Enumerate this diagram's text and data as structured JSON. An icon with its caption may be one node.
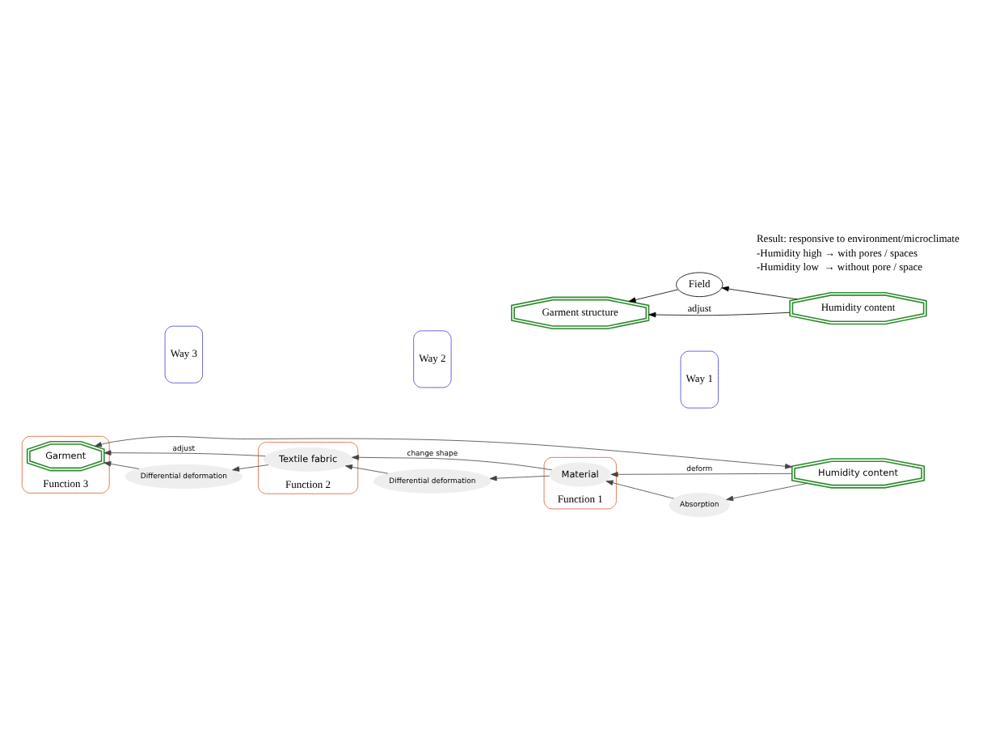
{
  "diagram": {
    "nodes": [
      {
        "text": [
          "Function 3"
        ]
      },
      {
        "text": [
          "Garment"
        ],
        "in": 0
      },
      {
        "text": [
          "Function 2"
        ]
      },
      {
        "text": [
          "Textile fabric"
        ],
        "in": 2
      },
      {
        "text": [
          "Function 1"
        ]
      },
      {
        "text": [
          "Material"
        ],
        "in": 4
      },
      {
        "text": [
          "Humidity content"
        ]
      },
      {
        "text": [
          "Way 3"
        ]
      },
      {
        "text": [
          "Differential deformation"
        ]
      },
      {
        "text": [
          "Way 2"
        ]
      },
      {
        "text": [
          "Differential deformation"
        ]
      },
      {
        "text": [
          "Way 1"
        ]
      },
      {
        "text": [
          "Absorption"
        ]
      },
      {
        "text": [
          "Field"
        ]
      },
      {
        "text": [
          "Garment structure"
        ]
      },
      {
        "text": [
          "Humidity content"
        ]
      }
    ],
    "edges": [
      {
        "from": 6,
        "to": 5,
        "arrow": "to",
        "label": "deform"
      },
      {
        "from": 5,
        "to": 3,
        "arrow": "to",
        "label": "change shape"
      },
      {
        "from": 3,
        "to": 1,
        "arrow": "to",
        "label": "adjust"
      },
      {
        "from": 6,
        "to": 12,
        "arrow": "to"
      },
      {
        "from": 12,
        "to": 5,
        "arrow": "to"
      },
      {
        "from": 5,
        "to": 10,
        "arrow": "to"
      },
      {
        "from": 10,
        "to": 3,
        "arrow": "to"
      },
      {
        "from": 3,
        "to": 8,
        "arrow": "to"
      },
      {
        "from": 8,
        "to": 1,
        "arrow": "to"
      },
      {
        "from": 1,
        "to": 6,
        "arrow": "both"
      },
      {
        "from": 13,
        "to": 14,
        "arrow": "to"
      },
      {
        "from": 15,
        "to": 13,
        "arrow": "to"
      },
      {
        "from": 15,
        "to": 14,
        "arrow": "to",
        "label": "adjust"
      }
    ],
    "labels": [
      "Result: responsive to environment/microclimate",
      "-Humidity high → with pores / spaces",
      "-Humidity low  → without pore / space"
    ]
  }
}
